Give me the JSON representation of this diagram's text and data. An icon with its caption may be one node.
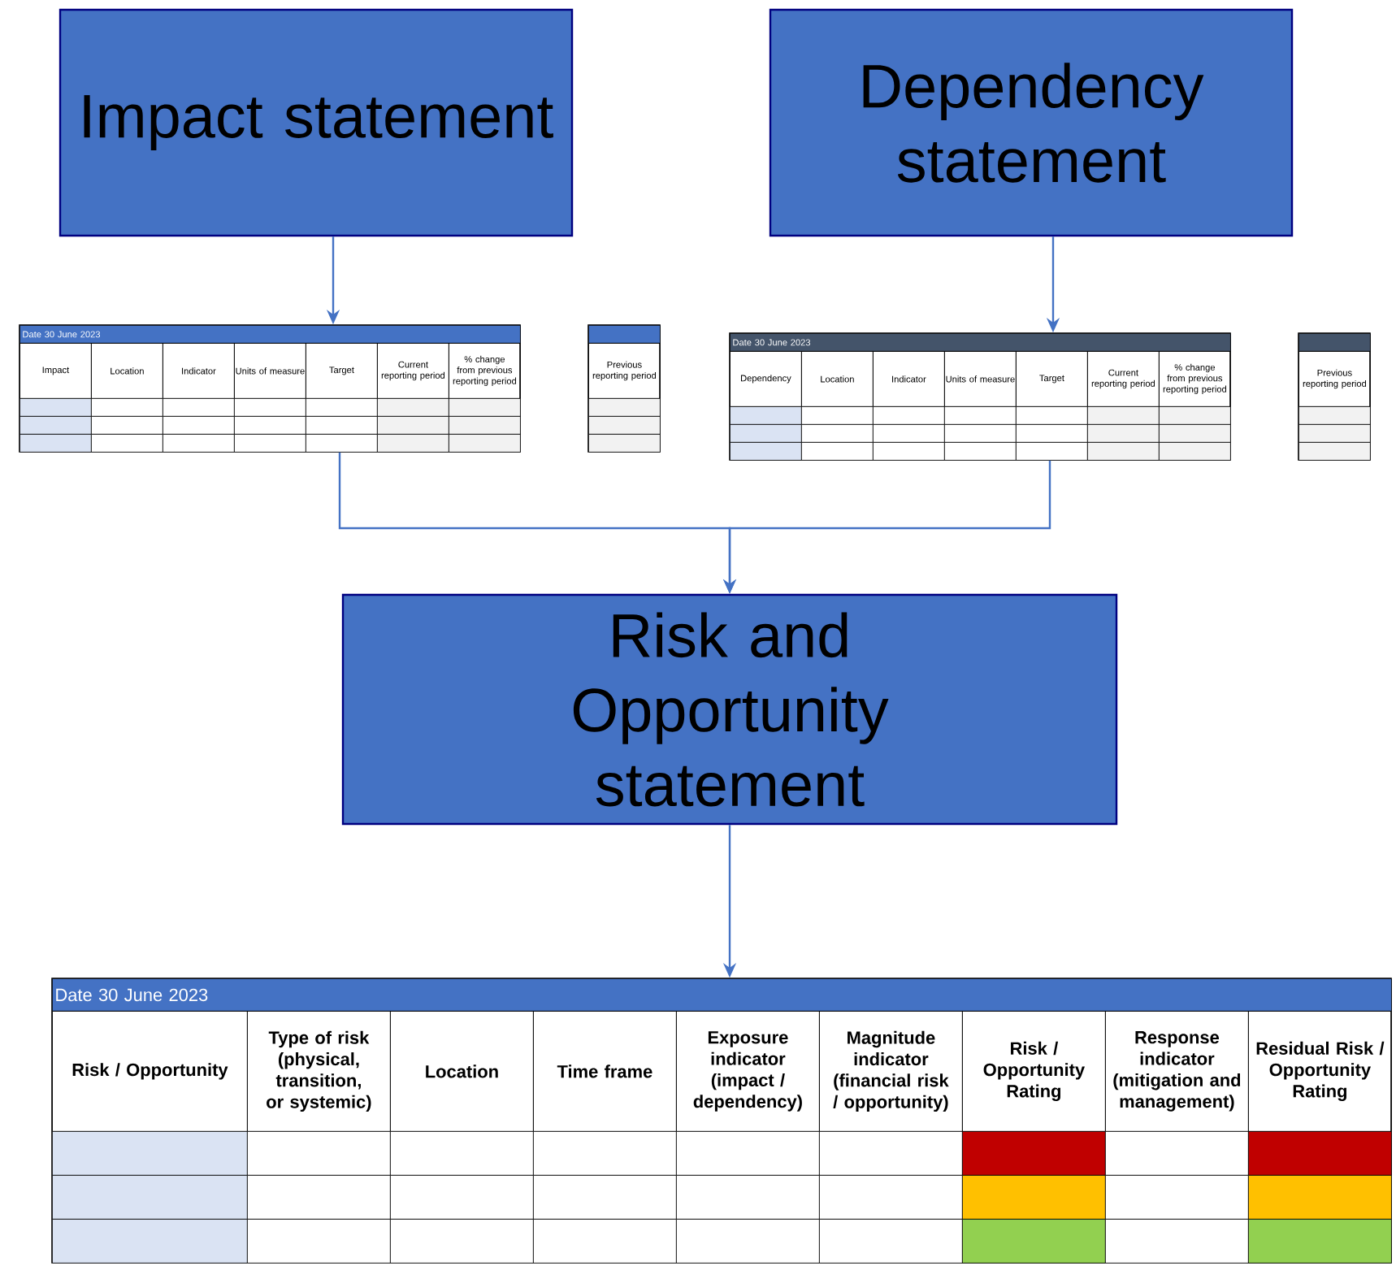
{
  "diagram": {
    "nodes": [
      {
        "text": [
          "Impact statement"
        ]
      },
      {
        "text": [
          "Dependency statement"
        ]
      },
      {
        "text": [
          "Date 30 June 2023",
          "Impact",
          "Location",
          "Indicator",
          "Units of measure",
          "Target",
          "Current reporting period",
          "% change from previous reporting period"
        ]
      },
      {
        "text": [
          "Previous reporting period"
        ]
      },
      {
        "text": [
          "Date 30 June 2023",
          "Dependency",
          "Location",
          "Indicator",
          "Units of measure",
          "Target",
          "Current reporting period",
          "% change from previous reporting period"
        ]
      },
      {
        "text": [
          "Previous reporting period"
        ]
      },
      {
        "text": [
          "Risk and Opportunity statement"
        ]
      },
      {
        "text": [
          "Date 30 June 2023",
          "Risk / Opportunity",
          "Type of risk (physical, transition, or systemic)",
          "Location",
          "Time frame",
          "Exposure indicator (impact / dependency)",
          "Magnitude indicator (financial risk / opportunity)",
          "Risk / Opportunity Rating",
          "Response indicator (mitigation and management)",
          "Residual Risk / Opportunity Rating"
        ]
      }
    ],
    "edges": [
      {
        "from": 0,
        "to": 2,
        "arrow": "to"
      },
      {
        "from": 1,
        "to": 4,
        "arrow": "to"
      },
      {
        "from": 2,
        "to": 6,
        "arrow": "to"
      },
      {
        "from": 4,
        "to": 6,
        "arrow": "to"
      },
      {
        "from": 6,
        "to": 7,
        "arrow": "to"
      }
    ]
  }
}
